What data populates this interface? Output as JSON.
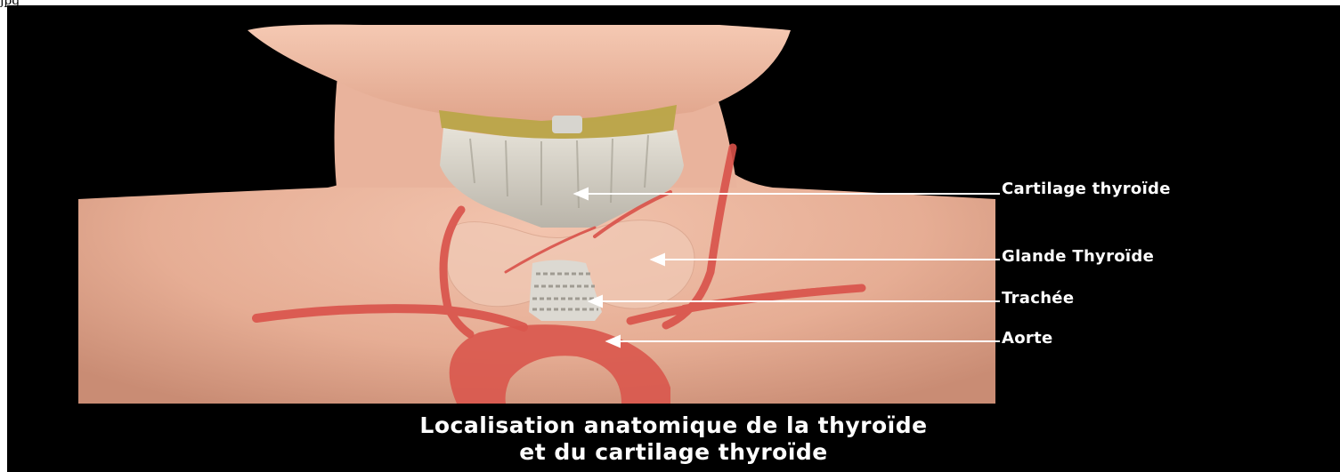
{
  "corner_text": "jpg",
  "labels": {
    "cartilage": "Cartilage thyroïde",
    "glande": "Glande Thyroïde",
    "trachee": "Trachée",
    "aorte": "Aorte"
  },
  "caption": {
    "line1": "Localisation anatomique de la thyroïde",
    "line2": "et du cartilage thyroïde"
  },
  "colors": {
    "background": "#000000",
    "skin": "#e8b49c",
    "vessels": "#d9524a",
    "cartilage": "#c8c3b8",
    "label_text": "#ffffff"
  }
}
